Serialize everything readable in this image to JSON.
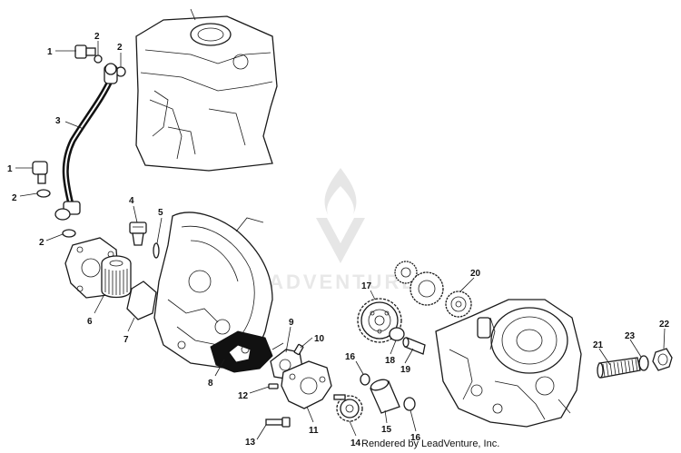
{
  "callouts": [
    {
      "id": "c1a",
      "label": "1"
    },
    {
      "id": "c2a",
      "label": "2"
    },
    {
      "id": "c2b",
      "label": "2"
    },
    {
      "id": "c3",
      "label": "3"
    },
    {
      "id": "c1b",
      "label": "1"
    },
    {
      "id": "c2c",
      "label": "2"
    },
    {
      "id": "c2d",
      "label": "2"
    },
    {
      "id": "c4",
      "label": "4"
    },
    {
      "id": "c5",
      "label": "5"
    },
    {
      "id": "c6",
      "label": "6"
    },
    {
      "id": "c7",
      "label": "7"
    },
    {
      "id": "c8",
      "label": "8"
    },
    {
      "id": "c9",
      "label": "9"
    },
    {
      "id": "c10",
      "label": "10"
    },
    {
      "id": "c11",
      "label": "11"
    },
    {
      "id": "c12",
      "label": "12"
    },
    {
      "id": "c13",
      "label": "13"
    },
    {
      "id": "c14",
      "label": "14"
    },
    {
      "id": "c15",
      "label": "15"
    },
    {
      "id": "c16a",
      "label": "16"
    },
    {
      "id": "c16b",
      "label": "16"
    },
    {
      "id": "c17",
      "label": "17"
    },
    {
      "id": "c18",
      "label": "18"
    },
    {
      "id": "c19",
      "label": "19"
    },
    {
      "id": "c20",
      "label": "20"
    },
    {
      "id": "c21",
      "label": "21"
    },
    {
      "id": "c22",
      "label": "22"
    },
    {
      "id": "c23",
      "label": "23"
    }
  ],
  "watermark": "LEADVENTURE",
  "credit": "Rendered by LeadVenture, Inc."
}
